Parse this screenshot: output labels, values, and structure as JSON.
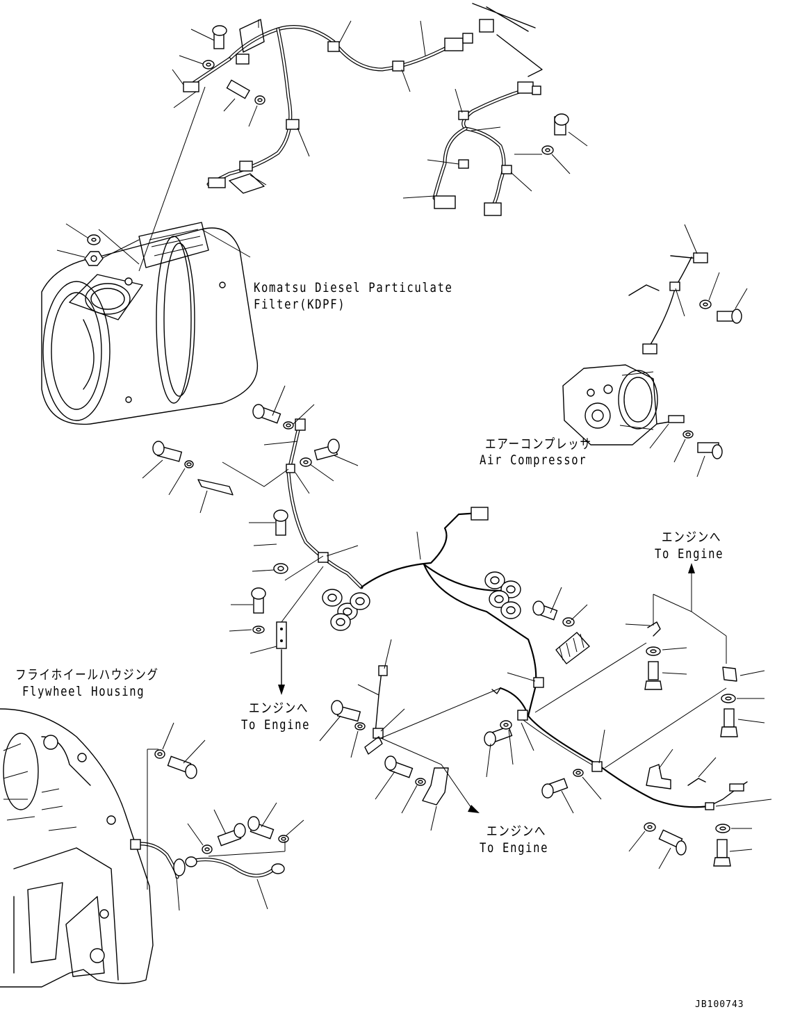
{
  "labels": {
    "kdpf_en_line1": "Komatsu Diesel Particulate",
    "kdpf_en_line2": "Filter(KDPF)",
    "aircomp_jp": "エアーコンプレッサ",
    "aircomp_en": "Air Compressor",
    "engine_top_jp": "エンジンへ",
    "engine_top_en": "To Engine",
    "engine_mid_jp": "エンジンへ",
    "engine_mid_en": "To Engine",
    "engine_bottom_jp": "エンジンへ",
    "engine_bottom_en": "To Engine",
    "flywheel_jp": "フライホイールハウジング",
    "flywheel_en": "Flywheel Housing"
  },
  "drawing_code": "JB100743"
}
